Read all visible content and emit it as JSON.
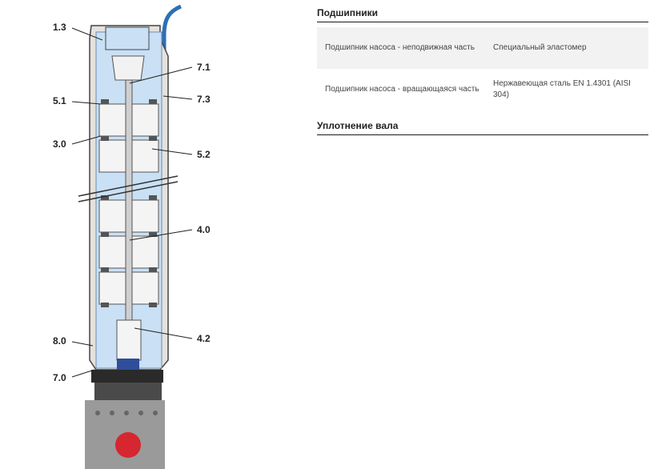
{
  "diagram": {
    "callouts_left": [
      "1.3",
      "5.1",
      "3.0",
      "8.0",
      "7.0"
    ],
    "callouts_right": [
      "7.1",
      "7.3",
      "5.2",
      "4.0",
      "4.2"
    ],
    "colors": {
      "water": "#c9e0f5",
      "body": "#e5e2dd",
      "cable": "#2e6fb7",
      "motor": "#9a9a9a",
      "brand_red": "#d6262f"
    }
  },
  "spec": {
    "bearings_title": "Подшипники",
    "rows": [
      {
        "name": "Подшипник насоса - неподвижная часть",
        "value": "Специальный эластомер"
      },
      {
        "name": "Подшипник насоса - вращающаяся часть",
        "value": "Нержавеющая сталь EN 1.4301 (AISI 304)"
      }
    ],
    "shaft_seal_title": "Уплотнение вала"
  }
}
